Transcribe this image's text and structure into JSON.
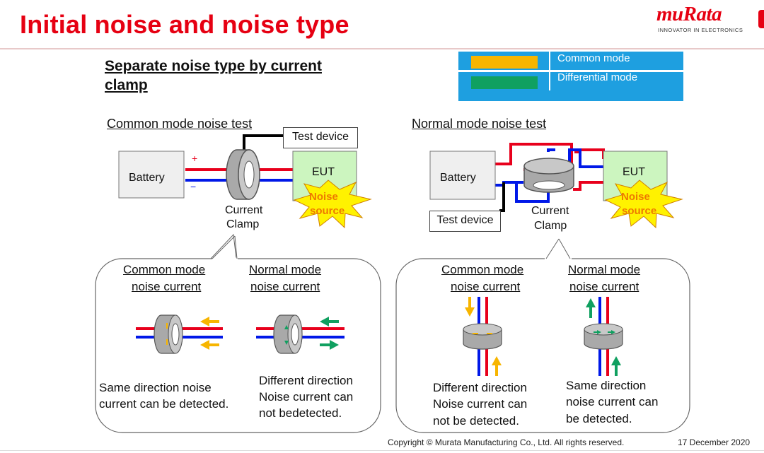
{
  "slide": {
    "title": "Initial noise and noise type",
    "subtitle": "Separate noise type by current clamp",
    "logo": {
      "word": "muRata",
      "tagline": "INNOVATOR IN ELECTRONICS"
    },
    "legend": [
      {
        "label": "Common mode",
        "color": "#f7b500"
      },
      {
        "label": "Differential mode",
        "color": "#10a060"
      }
    ],
    "colors": {
      "accent": "#e60012",
      "red_wire": "#e8001c",
      "blue_wire": "#0018e8",
      "eut_fill": "#ccf5bf",
      "clamp_fill": "#a9a9a9",
      "star_fill": "#fff200"
    }
  },
  "left": {
    "heading": "Common mode noise test",
    "battery": "Battery",
    "eut": "EUT",
    "test_device": "Test device",
    "noise_source_1": "Noise",
    "noise_source_2": "source",
    "plus": "+",
    "minus": "−",
    "clamp_1": "Current",
    "clamp_2": "Clamp",
    "callout": {
      "cm_title_1": "Common mode",
      "cm_title_2": "noise current",
      "nm_title_1": "Normal mode",
      "nm_title_2": "noise current",
      "cm_caption_1": "Same direction noise",
      "cm_caption_2": "current can be detected.",
      "nm_caption_1": "Different direction",
      "nm_caption_2": "Noise current can",
      "nm_caption_3": "not bedetected."
    }
  },
  "right": {
    "heading": "Normal mode noise test",
    "battery": "Battery",
    "eut": "EUT",
    "test_device": "Test device",
    "noise_source_1": "Noise",
    "noise_source_2": "source",
    "clamp_1": "Current",
    "clamp_2": "Clamp",
    "callout": {
      "cm_title_1": "Common mode",
      "cm_title_2": "noise current",
      "nm_title_1": "Normal mode",
      "nm_title_2": "noise current",
      "cm_caption_1": "Different direction",
      "cm_caption_2": "Noise current can",
      "cm_caption_3": "not be detected.",
      "nm_caption_1": "Same direction",
      "nm_caption_2": "noise current can",
      "nm_caption_3": "be detected."
    }
  },
  "footer": {
    "copyright": "Copyright © Murata Manufacturing Co., Ltd. All rights reserved.",
    "date": "17 December 2020"
  }
}
